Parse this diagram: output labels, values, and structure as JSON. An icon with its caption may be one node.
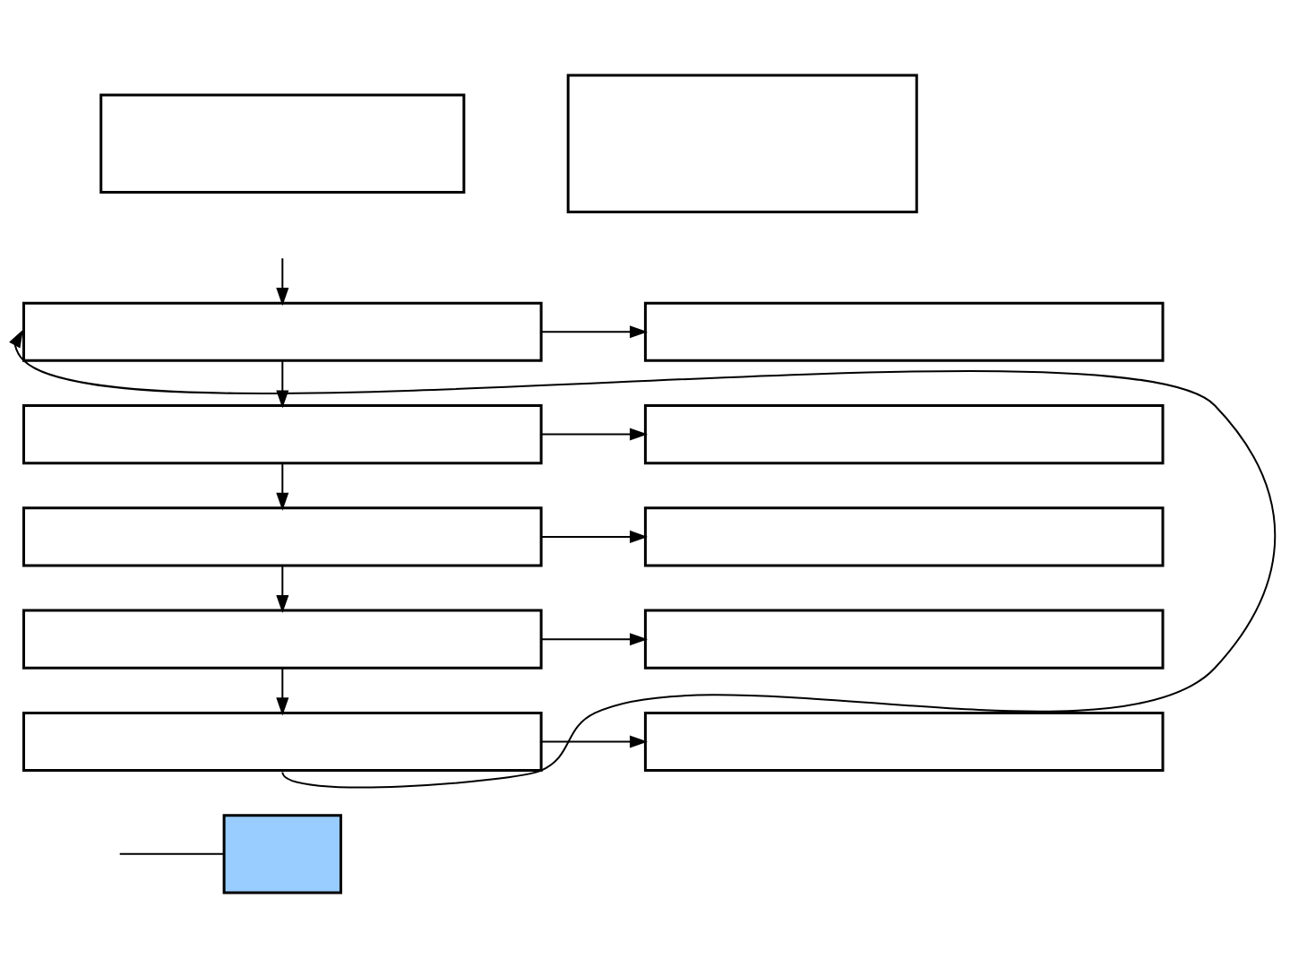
{
  "diagram": {
    "nodes": [
      {
        "text": [],
        "shape": "box"
      },
      {
        "text": [],
        "shape": "box"
      },
      {
        "text": [],
        "shape": "box"
      },
      {
        "text": [],
        "shape": "box"
      },
      {
        "text": [],
        "shape": "box"
      },
      {
        "text": [],
        "shape": "box"
      },
      {
        "text": [],
        "shape": "box"
      },
      {
        "text": [],
        "shape": "box"
      },
      {
        "text": [],
        "shape": "box"
      },
      {
        "text": [],
        "shape": "box"
      },
      {
        "text": [],
        "shape": "box"
      },
      {
        "text": [],
        "shape": "box"
      },
      {
        "text": [],
        "shape": "box"
      }
    ],
    "edges": [
      {
        "from": null,
        "to": 2,
        "arrow": "to"
      },
      {
        "from": 2,
        "to": 3,
        "arrow": "to"
      },
      {
        "from": 3,
        "to": 4,
        "arrow": "to"
      },
      {
        "from": 4,
        "to": 5,
        "arrow": "to"
      },
      {
        "from": 5,
        "to": 6,
        "arrow": "to"
      },
      {
        "from": 6,
        "to": 2,
        "arrow": "to"
      },
      {
        "from": 2,
        "to": 7,
        "arrow": "to"
      },
      {
        "from": 3,
        "to": 8,
        "arrow": "to"
      },
      {
        "from": 4,
        "to": 9,
        "arrow": "to"
      },
      {
        "from": 5,
        "to": 10,
        "arrow": "to"
      },
      {
        "from": 6,
        "to": 11,
        "arrow": "to"
      },
      {
        "from": null,
        "to": 12,
        "arrow": "none"
      }
    ]
  }
}
